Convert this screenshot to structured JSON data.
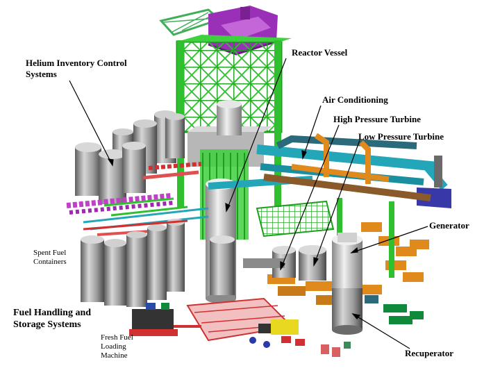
{
  "labels": {
    "helium": [
      "Helium Inventory Control",
      "Systems"
    ],
    "reactor_vessel": "Reactor Vessel",
    "air_conditioning": "Air Conditioning",
    "hp_turbine": "High Pressure Turbine",
    "lp_turbine": "Low Pressure Turbine",
    "generator": "Generator",
    "spent_fuel": [
      "Spent Fuel",
      "Containers"
    ],
    "fuel_handling": [
      "Fuel Handling and",
      "Storage Systems"
    ],
    "fresh_fuel": [
      "Fresh Fuel",
      "Loading",
      "Machine"
    ],
    "recuperator": "Recuperator"
  },
  "colors": {
    "structure_green": "#33cc33",
    "pipe_cyan": "#22a6b8",
    "vessel_gray": "#9a9a9a",
    "duct_orange": "#e08a1e",
    "duct_brown": "#8a5a2a",
    "crane_purple": "#9b30b8",
    "accent_red": "#d03030",
    "dark_green": "#0e8a3a"
  }
}
